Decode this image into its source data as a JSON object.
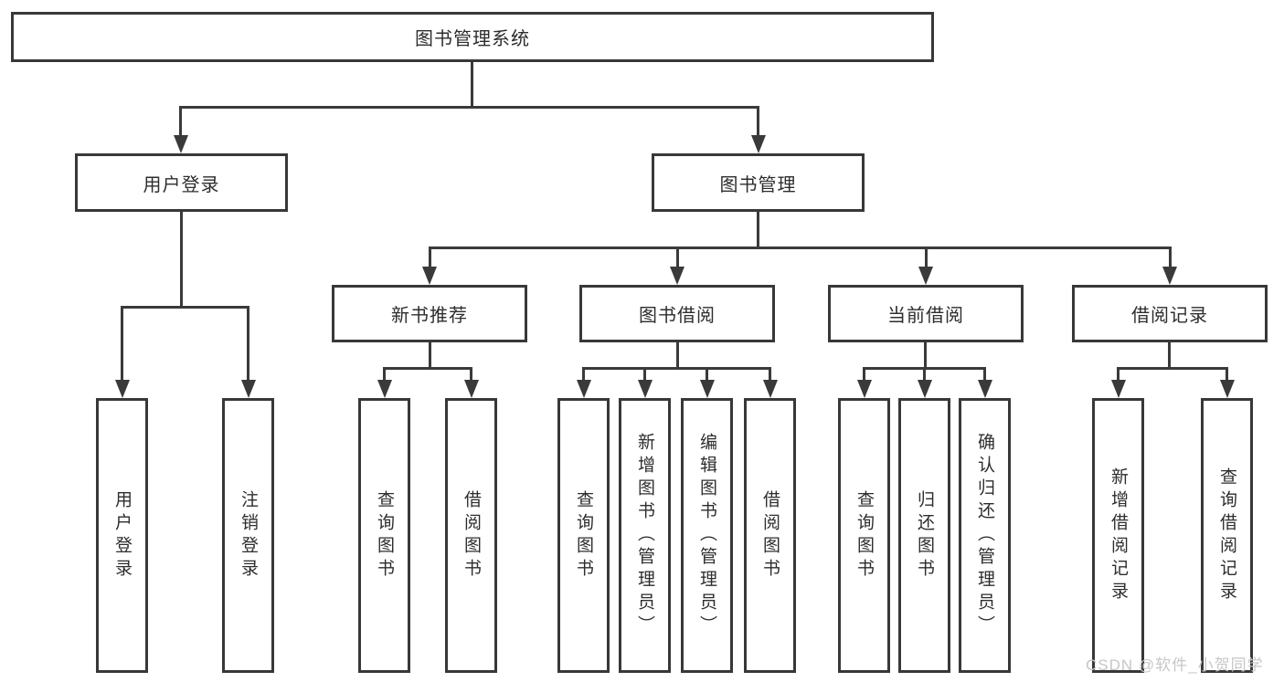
{
  "diagram": {
    "root": {
      "label": "图书管理系统"
    },
    "branches": [
      {
        "label": "用户登录",
        "children": [
          {
            "label": "用户登录"
          },
          {
            "label": "注销登录"
          }
        ]
      },
      {
        "label": "图书管理",
        "groups": [
          {
            "label": "新书推荐",
            "children": [
              {
                "label": "查询图书"
              },
              {
                "label": "借阅图书"
              }
            ]
          },
          {
            "label": "图书借阅",
            "children": [
              {
                "label": "查询图书"
              },
              {
                "label": "新增图书（管理员）"
              },
              {
                "label": "编辑图书（管理员）"
              },
              {
                "label": "借阅图书"
              }
            ]
          },
          {
            "label": "当前借阅",
            "children": [
              {
                "label": "查询图书"
              },
              {
                "label": "归还图书"
              },
              {
                "label": "确认归还（管理员）"
              }
            ]
          },
          {
            "label": "借阅记录",
            "children": [
              {
                "label": "新增借阅记录"
              },
              {
                "label": "查询借阅记录"
              }
            ]
          }
        ]
      }
    ]
  },
  "watermark": {
    "text": "CSDN @软件_小贺同学"
  },
  "colors": {
    "line": "#3a3a3a",
    "border": "#383838",
    "text": "#2d2d2d",
    "watermark": "#c7c7c7",
    "background": "#ffffff"
  }
}
